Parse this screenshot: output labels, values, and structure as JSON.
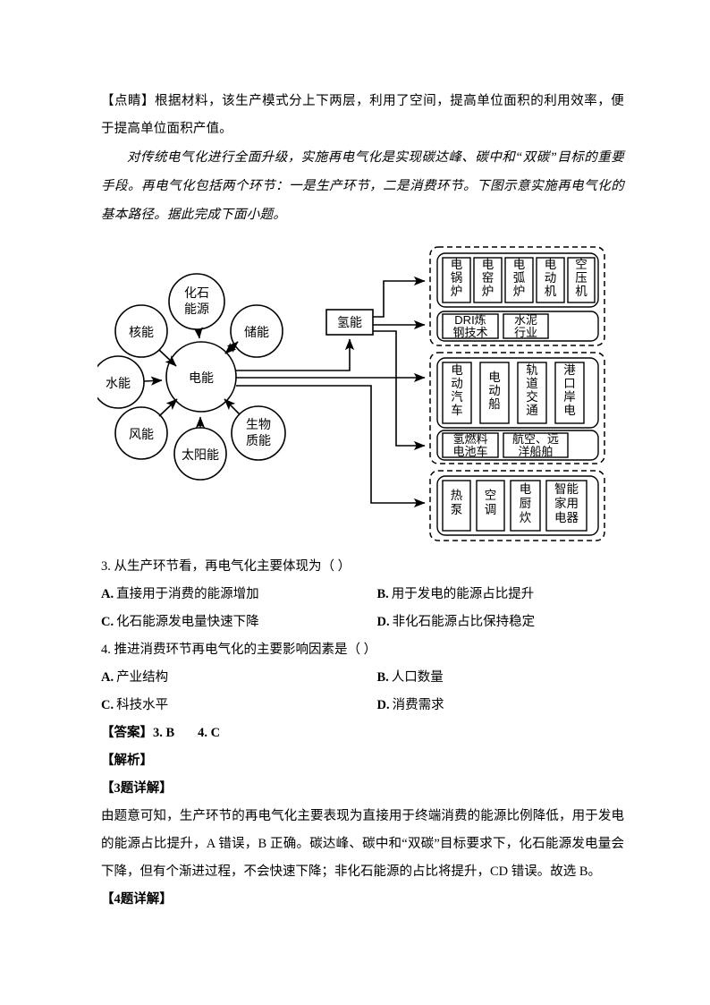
{
  "tip_paragraph": "【点睛】根据材料，该生产模式分上下两层，利用了空间，提高单位面积的利用效率，便于提高单位面积产值。",
  "material_paragraph": "对传统电气化进行全面升级，实施再电气化是实现碳达峰、碳中和“双碳”目标的重要手段。再电气化包括两个环节：一是生产环节，二是消费环节。下图示意实施再电气化的基本路径。据此完成下面小题。",
  "figure": {
    "center_node": "电能",
    "source_nodes": [
      {
        "label": "化石能源",
        "lines": [
          "化石",
          "能源"
        ]
      },
      {
        "label": "核能",
        "lines": [
          "核能"
        ]
      },
      {
        "label": "水能",
        "lines": [
          "水能"
        ]
      },
      {
        "label": "风能",
        "lines": [
          "风能"
        ]
      },
      {
        "label": "太阳能",
        "lines": [
          "太阳能"
        ]
      },
      {
        "label": "生物质能",
        "lines": [
          "生物",
          "质能"
        ]
      },
      {
        "label": "储能",
        "lines": [
          "储能"
        ]
      }
    ],
    "hydrogen_node": "氢能",
    "groups": [
      {
        "name": "industry",
        "rows": [
          {
            "orientation": "vertical",
            "items": [
              "电锅炉",
              "电窑炉",
              "电弧炉",
              "电动机",
              "空压机"
            ]
          },
          {
            "orientation": "horizontal",
            "items": [
              {
                "lines": [
                  "DRI炼",
                  "钢技术"
                ]
              },
              {
                "lines": [
                  "水泥",
                  "行业"
                ]
              }
            ]
          }
        ]
      },
      {
        "name": "transport",
        "rows": [
          {
            "orientation": "vertical",
            "items": [
              "电动汽车",
              "电动船",
              "轨道交通",
              "港口岸电"
            ]
          },
          {
            "orientation": "horizontal",
            "items": [
              {
                "lines": [
                  "氢燃料",
                  "电池车"
                ]
              },
              {
                "lines": [
                  "航空、远",
                  "洋船舶"
                ]
              }
            ]
          }
        ]
      },
      {
        "name": "building",
        "rows": [
          {
            "orientation": "vertical",
            "items": [
              "热泵",
              "空调",
              "电厨炊",
              "智能家用电器"
            ]
          }
        ]
      }
    ]
  },
  "questions": [
    {
      "number": "3.",
      "stem": "从生产环节看，再电气化主要体现为（      ）",
      "options": [
        {
          "letter": "A.",
          "text": "直接用于消费的能源增加"
        },
        {
          "letter": "B.",
          "text": "用于发电的能源占比提升"
        },
        {
          "letter": "C.",
          "text": "化石能源发电量快速下降"
        },
        {
          "letter": "D.",
          "text": "非化石能源占比保持稳定"
        }
      ]
    },
    {
      "number": "4.",
      "stem": "推进消费环节再电气化的主要影响因素是（      ）",
      "options": [
        {
          "letter": "A.",
          "text": "产业结构"
        },
        {
          "letter": "B.",
          "text": "人口数量"
        },
        {
          "letter": "C.",
          "text": "科技水平"
        },
        {
          "letter": "D.",
          "text": "消费需求"
        }
      ]
    }
  ],
  "answer": {
    "label": "【答案】",
    "items": [
      "3. B",
      "4. C"
    ]
  },
  "analysis_label": "【解析】",
  "detail3_label": "【3题详解】",
  "detail3_text": "由题意可知，生产环节的再电气化主要表现为直接用于终端消费的能源比例降低，用于发电的能源占比提升，A 错误，B 正确。碳达峰、碳中和“双碳”目标要求下，化石能源发电量会下降，但有个渐进过程，不会快速下降；非化石能源的占比将提升，CD 错误。故选 B。",
  "detail4_label": "【4题详解】",
  "colors": {
    "ink": "#000000",
    "page": "#ffffff"
  }
}
